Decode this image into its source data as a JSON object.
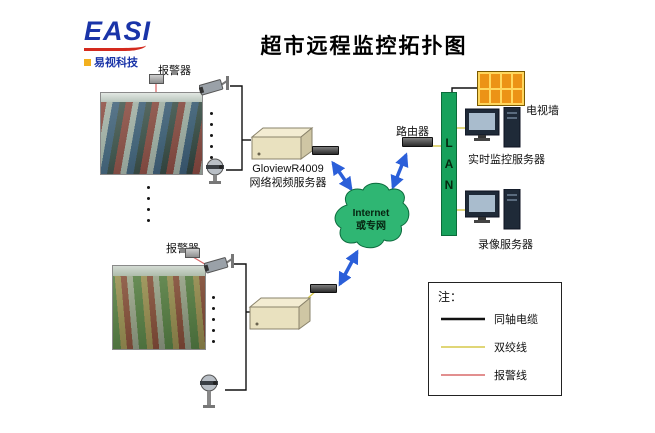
{
  "header": {
    "title": "超市远程监控拓扑图",
    "logo_brand": "EASI",
    "logo_company": "易视科技"
  },
  "nodes": {
    "alarm_top": "报警器",
    "alarm_bottom": "报警器",
    "video_server_name": "GloviewR4009",
    "video_server_type": "网络视频服务器",
    "router": "路由器",
    "cloud_line1": "Internet",
    "cloud_line2": "或专网",
    "lan_letters": [
      "L",
      "A",
      "N"
    ],
    "tv_wall": "电视墙",
    "monitor_server": "实时监控服务器",
    "record_server": "录像服务器"
  },
  "legend": {
    "title": "注：",
    "items": [
      {
        "label": "同轴电缆",
        "color": "#111111"
      },
      {
        "label": "双绞线",
        "color": "#d6c84a"
      },
      {
        "label": "报警线",
        "color": "#d96a6a"
      }
    ]
  },
  "colors": {
    "cloud": "#2fb673",
    "arrow": "#2b5fd9",
    "lan_bar": "#17a15b",
    "tv_cell": "#ec9316"
  }
}
